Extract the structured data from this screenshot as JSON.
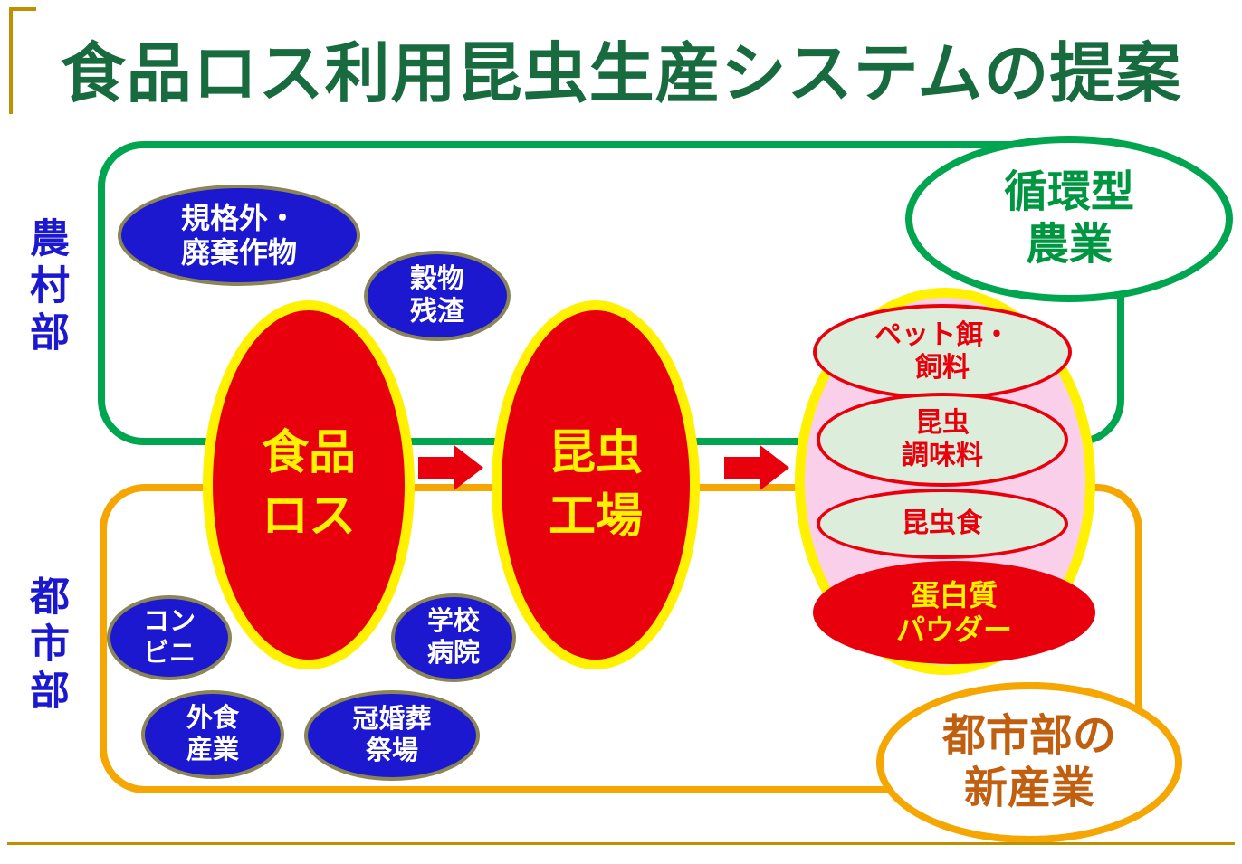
{
  "title": "食品ロス利用昆虫生産システムの提案",
  "regions": {
    "rural": {
      "label": "農村部"
    },
    "urban": {
      "label": "都市部"
    }
  },
  "rural_sources": [
    {
      "line1": "規格外・",
      "line2": "廃棄作物"
    },
    {
      "line1": "穀物",
      "line2": "残渣"
    }
  ],
  "urban_sources": [
    {
      "line1": "コン",
      "line2": "ビニ"
    },
    {
      "line1": "学校",
      "line2": "病院"
    },
    {
      "line1": "外食",
      "line2": "産業"
    },
    {
      "line1": "冠婚葬",
      "line2": "祭場"
    }
  ],
  "process": {
    "food_loss": {
      "line1": "食品",
      "line2": "ロス"
    },
    "insect_factory": {
      "line1": "昆虫",
      "line2": "工場"
    }
  },
  "products": [
    {
      "line1": "ペット餌・",
      "line2": "飼料"
    },
    {
      "line1": "昆虫",
      "line2": "調味料"
    },
    {
      "line1": "昆虫食"
    },
    {
      "line1": "蛋白質",
      "line2": "パウダー"
    }
  ],
  "outcomes": {
    "circular_agriculture": {
      "line1": "循環型",
      "line2": "農業"
    },
    "new_urban_industry": {
      "line1": "都市部の",
      "line2": "新産業"
    }
  },
  "icons": {
    "flow_arrow": "right-block-arrow"
  },
  "colors": {
    "title_green": "#176b3e",
    "frame_green": "#00a550",
    "frame_orange": "#f5a600",
    "source_blue": "#1b18cf",
    "source_border": "#8a8457",
    "highlight_red": "#e8000d",
    "highlight_yellow": "#fff100",
    "group_pink": "#f9cfe9",
    "product_pale_green": "#dceedb",
    "circular_agriculture_green": "#009540",
    "new_industry_brown": "#c05f10",
    "rule_gold": "#bf9000"
  }
}
